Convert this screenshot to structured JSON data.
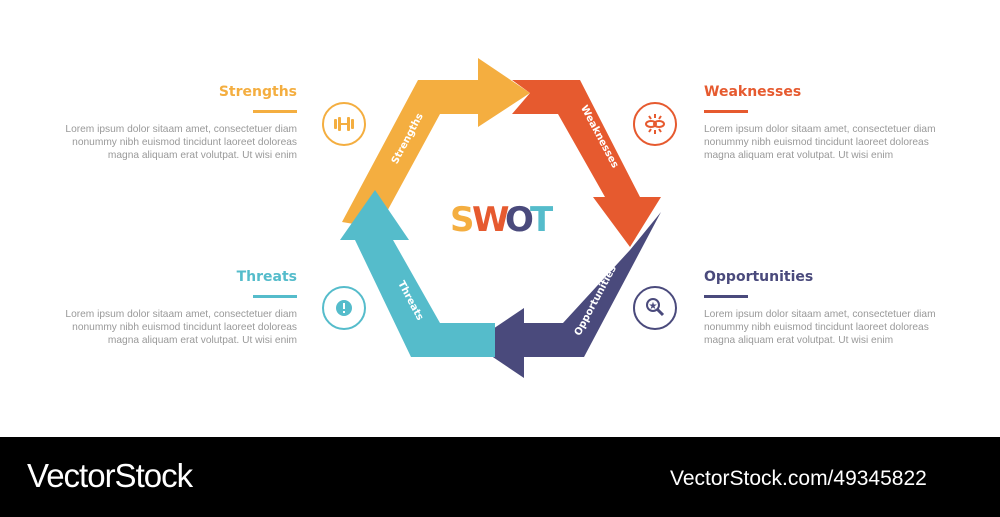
{
  "center_title": {
    "letters": [
      "S",
      "W",
      "O",
      "T"
    ]
  },
  "colors": {
    "strengths": "#f4ae40",
    "weaknesses": "#e65a2f",
    "opportunities": "#4a4a7c",
    "threats": "#55bccb"
  },
  "quadrants": {
    "strengths": {
      "title": "Strengths",
      "arrow_label": "Strengths",
      "icon": "dumbbell-icon",
      "desc": "Lorem ipsum dolor sitaam amet, consectetuer diam nonummy  nibh euismod tincidunt laoreet doloreas magna aliquam erat volutpat. Ut wisi enim"
    },
    "weaknesses": {
      "title": "Weaknesses",
      "arrow_label": "Weaknesses",
      "icon": "broken-link-icon",
      "desc": "Lorem ipsum dolor sitaam amet, consectetuer diam nonummy  nibh euismod tincidunt laoreet doloreas magna aliquam erat volutpat. Ut wisi enim"
    },
    "threats": {
      "title": "Threats",
      "arrow_label": "Threats",
      "icon": "exclamation-icon",
      "desc": "Lorem ipsum dolor sitaam amet, consectetuer diam nonummy  nibh euismod tincidunt laoreet doloreas magna aliquam erat volutpat. Ut wisi enim"
    },
    "opportunities": {
      "title": "Opportunities",
      "arrow_label": "Opportunities",
      "icon": "magnifier-star-icon",
      "desc": "Lorem ipsum dolor sitaam amet, consectetuer diam nonummy  nibh euismod tincidunt laoreet doloreas magna aliquam erat volutpat. Ut wisi enim"
    }
  },
  "footer": {
    "logo": "VectorStock",
    "id": "VectorStock.com/49345822"
  }
}
